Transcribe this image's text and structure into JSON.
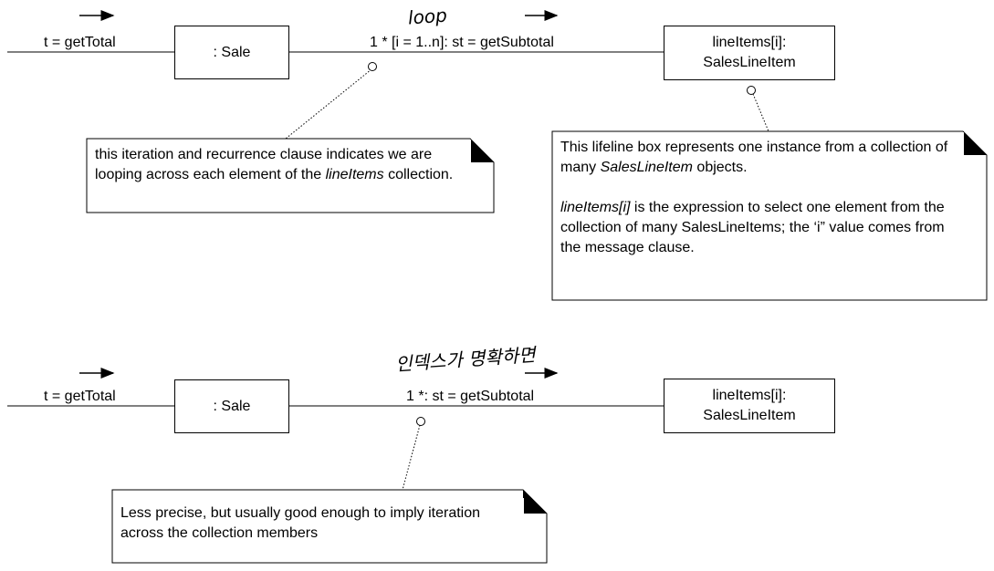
{
  "top": {
    "caller_message": "t = getTotal",
    "sale_box": ": Sale",
    "loop_message": "1 * [i = 1..n]: st = getSubtotal",
    "line_item_box": {
      "line1": "lineItems[i]:",
      "line2": "SalesLineItem"
    },
    "handwritten": "loop",
    "note_left": {
      "pre": "this iteration and recurrence clause indicates we are looping across each element of the ",
      "italic": "lineItems",
      "post": " collection."
    },
    "note_right": {
      "p1_pre": "This lifeline box represents one instance from a collection of many ",
      "p1_italic": "SalesLineItem",
      "p1_post": " objects.",
      "p2_italic": "lineItems[i]",
      "p2_post": " is the expression to select one element from the collection of many SalesLineItems; the ‘i” value comes from the message clause."
    }
  },
  "bottom": {
    "caller_message": "t = getTotal",
    "sale_box": ": Sale",
    "loop_message": "1 *: st = getSubtotal",
    "line_item_box": {
      "line1": "lineItems[i]:",
      "line2": "SalesLineItem"
    },
    "handwritten": "인덱스가 명확하면",
    "note": {
      "text": "Less precise, but usually good enough to imply iteration across the collection members"
    }
  }
}
